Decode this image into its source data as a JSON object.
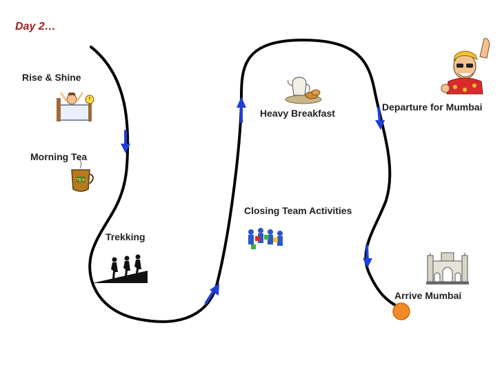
{
  "title": "Day 2…",
  "stops": {
    "rise": "Rise & Shine",
    "tea": "Morning Tea",
    "trek": "Trekking",
    "closing": "Closing Team Activities",
    "breakfast": "Heavy Breakfast",
    "departure": "Departure for Mumbai",
    "arrive": "Arrive Mumbai"
  },
  "tea_brand": "TEA",
  "colors": {
    "title": "#a01f1f",
    "path": "#000000",
    "arrow": "#1f3fd6",
    "end_marker": "#f28a2a"
  },
  "icons": {
    "rise": "person-waking-up-icon",
    "tea": "tea-cup-icon",
    "trek": "hikers-silhouette-icon",
    "closing": "puzzle-team-icon",
    "breakfast": "breakfast-tray-icon",
    "departure": "waving-man-icon",
    "arrive": "gateway-of-india-icon"
  }
}
